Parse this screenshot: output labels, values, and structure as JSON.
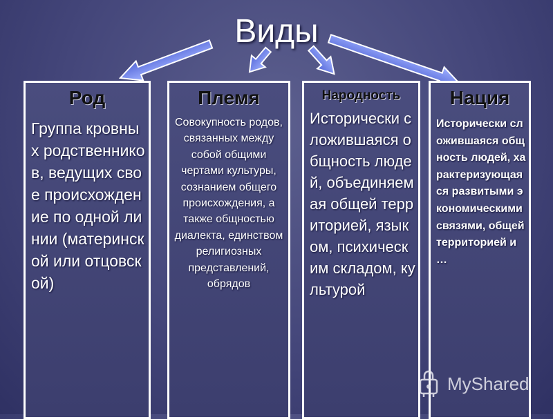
{
  "title": "Виды",
  "boxes": [
    {
      "heading": "Род",
      "text": "Группа кровных родственников, ведущих свое происхождение по одной линии (материнской или отцовской)"
    },
    {
      "heading": "Племя",
      "text": "Совокупность родов, связанных между собой общими чертами культуры, сознанием общего происхождения, а также общностью диалекта, единством религиозных представлений, обрядов"
    },
    {
      "heading": "Народность",
      "text": "Исторически сложившаяся общность людей, объединяемая общей территорией, языком, психическим складом, культурой"
    },
    {
      "heading": "Нация",
      "text": "Исторически сложившаяся общность людей, характеризующаяся развитыми экономическими связями, общей территорией и …"
    }
  ],
  "watermark": {
    "text": "MyShared",
    "icon": "myshared-logo-icon"
  },
  "colors": {
    "arrow_fill": "#6f82ee",
    "box_border": "#ffffff",
    "background": "#44467a"
  }
}
